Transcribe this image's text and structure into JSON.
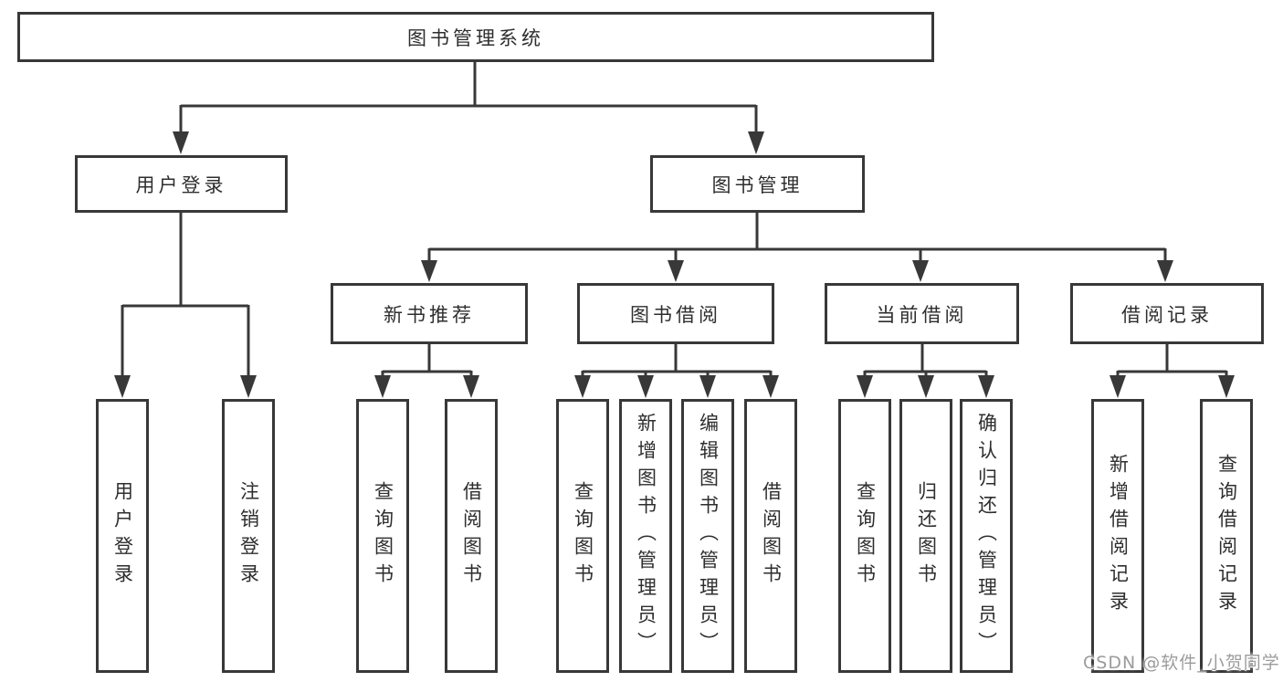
{
  "colors": {
    "line": "#383838",
    "box_border": "#383838",
    "text": "#2e2e2e",
    "background": "#ffffff",
    "watermark_text": "#9c9c9c"
  },
  "tree": {
    "label": "图书管理系统",
    "children": [
      {
        "label": "用户登录",
        "children": [
          {
            "label": "用户登录"
          },
          {
            "label": "注销登录"
          }
        ]
      },
      {
        "label": "图书管理",
        "children": [
          {
            "label": "新书推荐",
            "children": [
              {
                "label": "查询图书"
              },
              {
                "label": "借阅图书"
              }
            ]
          },
          {
            "label": "图书借阅",
            "children": [
              {
                "label": "查询图书"
              },
              {
                "label": "新增图书（管理员）"
              },
              {
                "label": "编辑图书（管理员）"
              },
              {
                "label": "借阅图书"
              }
            ]
          },
          {
            "label": "当前借阅",
            "children": [
              {
                "label": "查询图书"
              },
              {
                "label": "归还图书"
              },
              {
                "label": "确认归还（管理员）"
              }
            ]
          },
          {
            "label": "借阅记录",
            "children": [
              {
                "label": "新增借阅记录"
              },
              {
                "label": "查询借阅记录"
              }
            ]
          }
        ]
      }
    ]
  },
  "watermark": {
    "text": "CSDN @软件_小贺同学"
  }
}
